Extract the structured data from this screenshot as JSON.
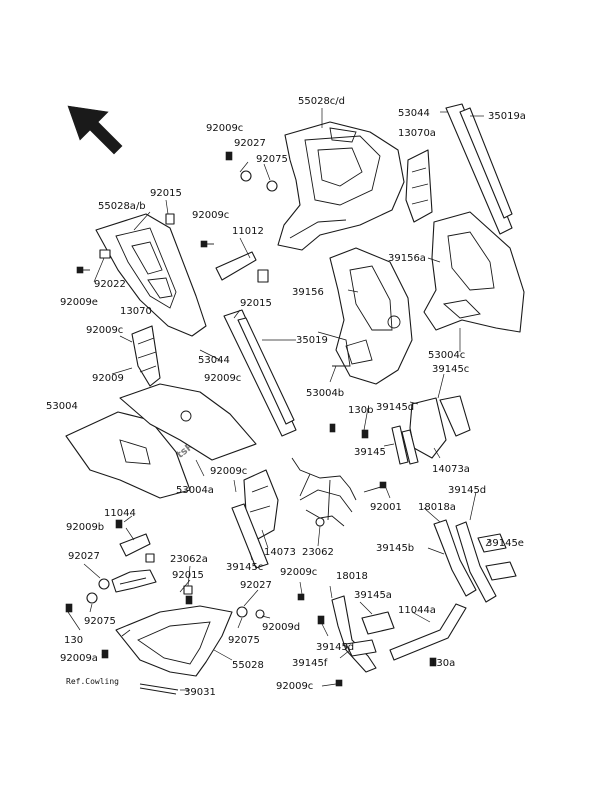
{
  "watermark": "PartsRepublik",
  "ref_note": "Ref.Cowling",
  "labels": {
    "l55028cd": "55028c/d",
    "l53044_top": "53044",
    "l35019a": "35019a",
    "l13070a": "13070a",
    "l92009c_1": "92009c",
    "l92027_1": "92027",
    "l92075_1": "92075",
    "l92015_1": "92015",
    "l55028ab": "55028a/b",
    "l92009c_2": "92009c",
    "l11012": "11012",
    "l39156a": "39156a",
    "l92022": "92022",
    "l92009e": "92009e",
    "l39156": "39156",
    "l13070": "13070",
    "l92015_2": "92015",
    "l35019": "35019",
    "l92009c_3": "92009c",
    "l53044": "53044",
    "l53004c": "53004c",
    "l92009": "92009",
    "l92009c_4": "92009c",
    "l39145c_1": "39145c",
    "l53004b": "53004b",
    "l130b": "130b",
    "l39145d_1": "39145d",
    "l53004": "53004",
    "l39145_1": "39145",
    "l14073a": "14073a",
    "l53004a": "53004a",
    "l92009c_5": "92009c",
    "l39145d_2": "39145d",
    "l92001": "92001",
    "l18018a": "18018a",
    "l92009b": "92009b",
    "l11044": "11044",
    "l14073": "14073",
    "l23062": "23062",
    "l39145b": "39145b",
    "l39145e": "39145e",
    "l92027_2": "92027",
    "l23062a": "23062a",
    "l92015_3": "92015",
    "l39145c_2": "39145c",
    "l92027_3": "92027",
    "l92009c_6": "92009c",
    "l18018": "18018",
    "l39145a": "39145a",
    "l11044a": "11044a",
    "l130": "130",
    "l92075_2": "92075",
    "l92075_3": "92075",
    "l92009d": "92009d",
    "l39145d_3": "39145d",
    "l92009a": "92009a",
    "l55028": "55028",
    "l39145f": "39145f",
    "l130a": "130a",
    "l39031": "39031",
    "l92009c_7": "92009c"
  }
}
